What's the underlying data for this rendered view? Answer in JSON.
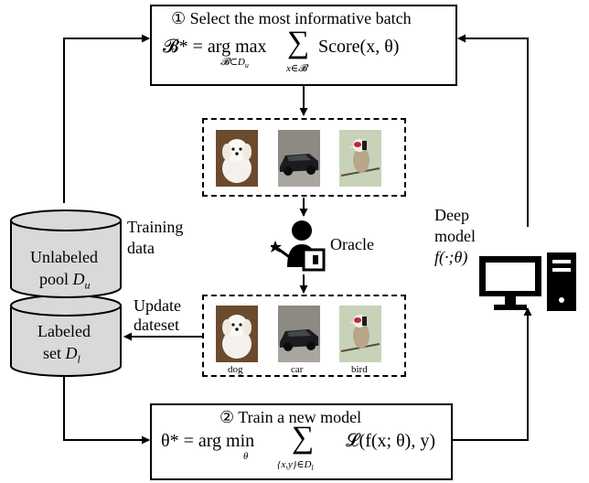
{
  "step1": {
    "title": "① Select the most informative batch",
    "formula_lhs": "𝓑* = arg max",
    "formula_sub": "𝓑⊂D",
    "formula_sub_index": "u",
    "sum_sub": "x∈𝓑",
    "formula_rhs": "Score(x, θ)"
  },
  "step2": {
    "title": "② Train a new model",
    "formula_lhs": "θ* = arg min",
    "formula_sub": "θ",
    "sum_sub": "{x,y}∈D",
    "sum_sub_index": "l",
    "formula_rhs": "𝓛(f(x; θ), y)"
  },
  "oracle": {
    "label": "Oracle"
  },
  "pool": {
    "unlabeled_line1": "Unlabeled",
    "unlabeled_line2": "pool",
    "unlabeled_symbol": "D",
    "unlabeled_index": "u",
    "labeled_line1": "Labeled",
    "labeled_line2": "set",
    "labeled_symbol": "D",
    "labeled_index": "l"
  },
  "annotations": {
    "training_data_line1": "Training",
    "training_data_line2": "data",
    "update_dataset_line1": "Update",
    "update_dataset_line2": "dateset"
  },
  "model": {
    "line1": "Deep",
    "line2": "model",
    "func": "f(·;θ)"
  },
  "labels": [
    "dog",
    "car",
    "bird"
  ],
  "colors": {
    "line": "#000000",
    "cylinder": "#d9d9d9",
    "screen": "#000000"
  }
}
